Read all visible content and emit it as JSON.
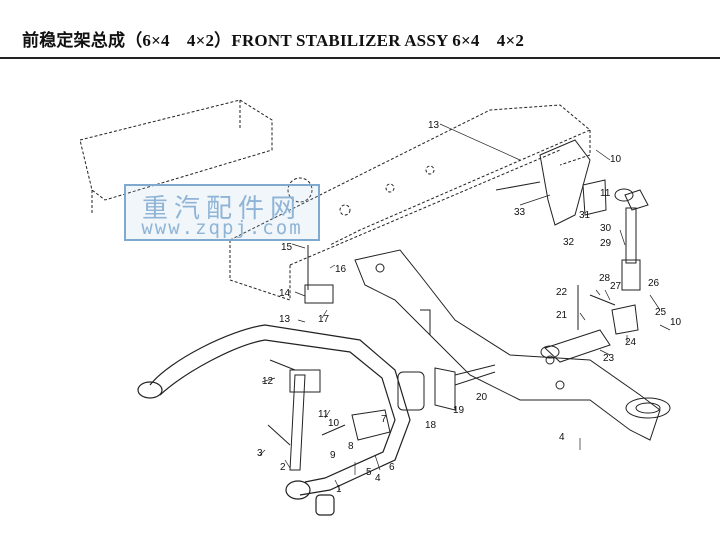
{
  "title": "前稳定架总成（6×4　4×2）FRONT STABILIZER ASSY 6×4　4×2",
  "watermark": {
    "cn": "重汽配件网",
    "url": "www.zqpj.com"
  },
  "callouts": [
    {
      "id": "c1",
      "label": "1"
    },
    {
      "id": "c2",
      "label": "2"
    },
    {
      "id": "c3",
      "label": "3"
    },
    {
      "id": "c4a",
      "label": "4"
    },
    {
      "id": "c4b",
      "label": "4"
    },
    {
      "id": "c5",
      "label": "5"
    },
    {
      "id": "c6",
      "label": "6"
    },
    {
      "id": "c7",
      "label": "7"
    },
    {
      "id": "c8",
      "label": "8"
    },
    {
      "id": "c9",
      "label": "9"
    },
    {
      "id": "c10a",
      "label": "10"
    },
    {
      "id": "c10b",
      "label": "10"
    },
    {
      "id": "c10c",
      "label": "10"
    },
    {
      "id": "c11a",
      "label": "11"
    },
    {
      "id": "c11b",
      "label": "11"
    },
    {
      "id": "c12",
      "label": "12"
    },
    {
      "id": "c13a",
      "label": "13"
    },
    {
      "id": "c13b",
      "label": "13"
    },
    {
      "id": "c14",
      "label": "14"
    },
    {
      "id": "c15",
      "label": "15"
    },
    {
      "id": "c16",
      "label": "16"
    },
    {
      "id": "c17",
      "label": "17"
    },
    {
      "id": "c18",
      "label": "18"
    },
    {
      "id": "c19",
      "label": "19"
    },
    {
      "id": "c20",
      "label": "20"
    },
    {
      "id": "c21",
      "label": "21"
    },
    {
      "id": "c22",
      "label": "22"
    },
    {
      "id": "c23",
      "label": "23"
    },
    {
      "id": "c24",
      "label": "24"
    },
    {
      "id": "c25",
      "label": "25"
    },
    {
      "id": "c26",
      "label": "26"
    },
    {
      "id": "c27",
      "label": "27"
    },
    {
      "id": "c28",
      "label": "28"
    },
    {
      "id": "c29",
      "label": "29"
    },
    {
      "id": "c30",
      "label": "30"
    },
    {
      "id": "c31",
      "label": "31"
    },
    {
      "id": "c32",
      "label": "32"
    },
    {
      "id": "c33",
      "label": "33"
    }
  ]
}
